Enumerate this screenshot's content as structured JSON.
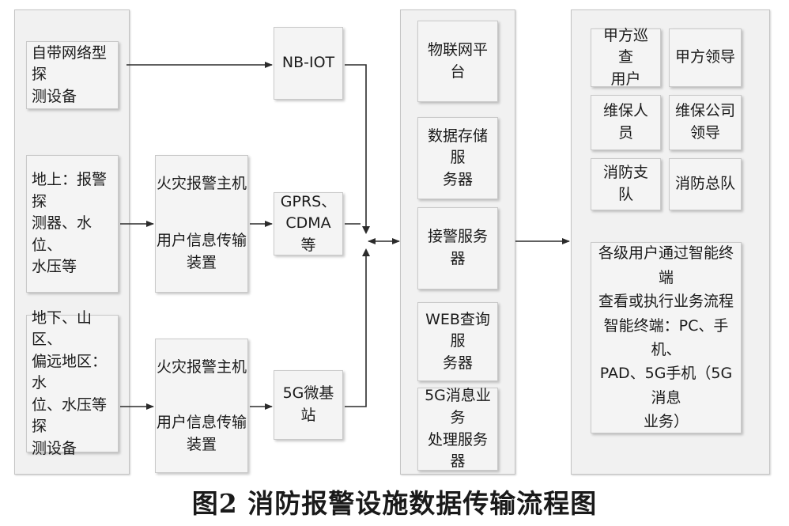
{
  "columns": {
    "sources": [
      {
        "id": "src-1",
        "label": "自带网络型探\n测设备"
      },
      {
        "id": "src-2",
        "label": "地上：报警探\n测器、水位、\n水压等"
      },
      {
        "id": "src-3",
        "label": "地下、山区、\n偏远地区：水\n位、水压等探\n测设备"
      }
    ],
    "devices": [
      {
        "id": "dev-1",
        "top": "火灾报警主机",
        "bottom": "用户信息传输\n装置"
      },
      {
        "id": "dev-2",
        "top": "火灾报警主机",
        "bottom": "用户信息传输\n装置"
      }
    ],
    "networks": [
      {
        "id": "net-1",
        "label": "NB-IOT"
      },
      {
        "id": "net-2",
        "label": "GPRS、\nCDMA等"
      },
      {
        "id": "net-3",
        "label": "5G微基站"
      }
    ],
    "platform": [
      {
        "id": "plat-1",
        "label": "物联网平台"
      },
      {
        "id": "plat-2",
        "label": "数据存储服\n务器"
      },
      {
        "id": "plat-3",
        "label": "接警服务器"
      },
      {
        "id": "plat-4",
        "label": "WEB查询服\n务器"
      },
      {
        "id": "plat-5",
        "label": "5G消息业务\n处理服务器"
      }
    ],
    "users": [
      {
        "id": "user-1",
        "label": "甲方巡查\n用户"
      },
      {
        "id": "user-2",
        "label": "甲方领导"
      },
      {
        "id": "user-3",
        "label": "维保人员"
      },
      {
        "id": "user-4",
        "label": "维保公司\n领导"
      },
      {
        "id": "user-5",
        "label": "消防支队"
      },
      {
        "id": "user-6",
        "label": "消防总队"
      }
    ],
    "terminal_note": "各级用户通过智能终端\n查看或执行业务流程\n智能终端：PC、手机、\nPAD、5G手机（5G消息\n业务）"
  },
  "caption": "图2  消防报警设施数据传输流程图",
  "colors": {
    "line": "#2b2b2b",
    "box_fill": "#f4f4f4",
    "panel_fill": "#f1f1f1"
  }
}
